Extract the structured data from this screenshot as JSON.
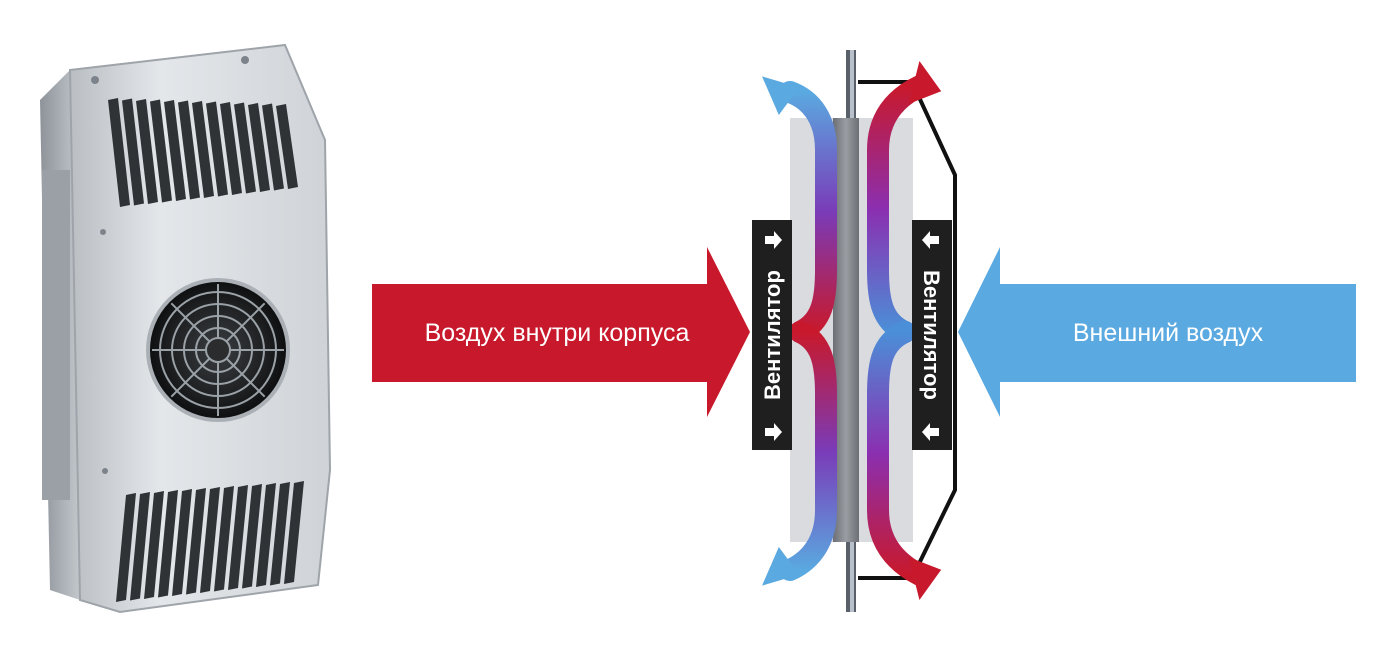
{
  "diagram": {
    "inside_air_label": "Воздух внутри корпуса",
    "outside_air_label": "Внешний воздух",
    "fan_label_left": "Вентилятор",
    "fan_label_right": "Вентилятор"
  },
  "colors": {
    "inside_air": "#c8192c",
    "outside_air": "#5aa9e0",
    "fan_strip": "#222222",
    "device_body": "#d9dcdf"
  },
  "icons": {
    "device": "thermoelectric-cooler-unit",
    "fan_arrow": "arrow-right-icon"
  }
}
